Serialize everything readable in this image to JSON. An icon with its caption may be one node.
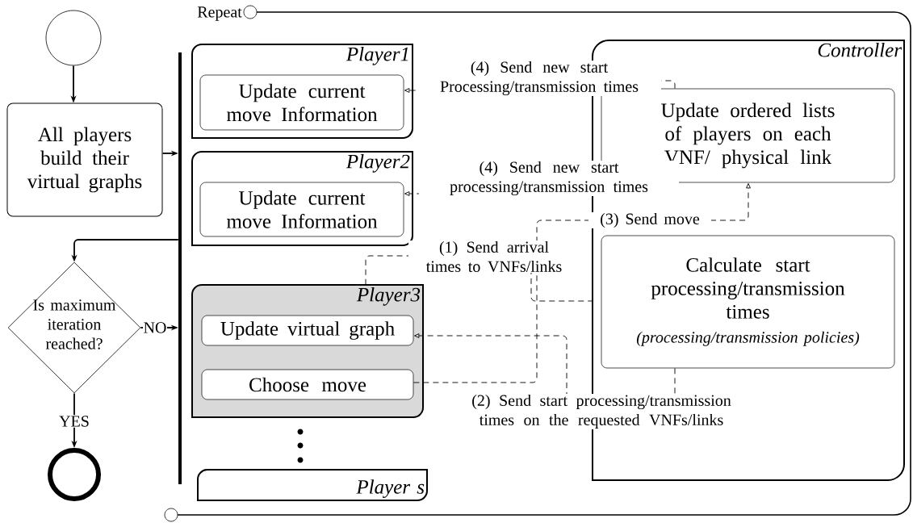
{
  "diagram": {
    "nodes": [
      {
        "text": [],
        "shape": "circle"
      },
      {
        "text": [
          "All players build their virtual graphs"
        ]
      },
      {
        "text": [
          "Repeat"
        ]
      },
      {
        "text": [],
        "shape": "bar",
        "in": 2
      },
      {
        "text": [
          "Player1"
        ],
        "in": 2
      },
      {
        "text": [
          "Update current move Information"
        ],
        "in": 4
      },
      {
        "text": [
          "Player2"
        ],
        "in": 2
      },
      {
        "text": [
          "Update current move Information"
        ],
        "in": 6
      },
      {
        "text": [
          "Player3"
        ],
        "in": 2
      },
      {
        "text": [
          "Update virtual graph"
        ],
        "in": 8
      },
      {
        "text": [
          "Choose move"
        ],
        "in": 8
      },
      {
        "text": [
          "Player s"
        ],
        "in": 2
      },
      {
        "text": [
          "Controller"
        ],
        "in": 2
      },
      {
        "text": [
          "Update ordered lists of players on each VNF/ physical link"
        ],
        "in": 12
      },
      {
        "text": [
          "Calculate start processing/transmission times",
          "(processing/transmission policies)"
        ],
        "in": 12
      },
      {
        "text": [
          "Is maximum iteration reached?"
        ]
      },
      {
        "text": [],
        "shape": "circle"
      }
    ],
    "edges": [
      {
        "from": 0,
        "to": 1,
        "arrow": "to"
      },
      {
        "from": 1,
        "to": 3,
        "arrow": "to"
      },
      {
        "from": 3,
        "to": 15,
        "arrow": "to"
      },
      {
        "from": 15,
        "to": 3,
        "arrow": "to",
        "label": "NO"
      },
      {
        "from": 15,
        "to": 16,
        "arrow": "to",
        "label": "YES"
      },
      {
        "from": 13,
        "to": 5,
        "arrow": "to",
        "style": "dashed",
        "label": "(4) Send new start Processing/transmission times"
      },
      {
        "from": 13,
        "to": 7,
        "arrow": "to",
        "style": "dashed",
        "label": "(4) Send new start processing/transmission times"
      },
      {
        "from": 10,
        "to": 13,
        "arrow": "to",
        "style": "dashed",
        "label": "(3) Send move"
      },
      {
        "from": 8,
        "to": 12,
        "arrow": "none",
        "style": "dashed",
        "label": "(1) Send arrival times to VNFs/links"
      },
      {
        "from": 14,
        "to": 9,
        "arrow": "to",
        "style": "dashed",
        "label": "(2) Send start processing/transmission times on the requested VNFs/links"
      }
    ]
  }
}
